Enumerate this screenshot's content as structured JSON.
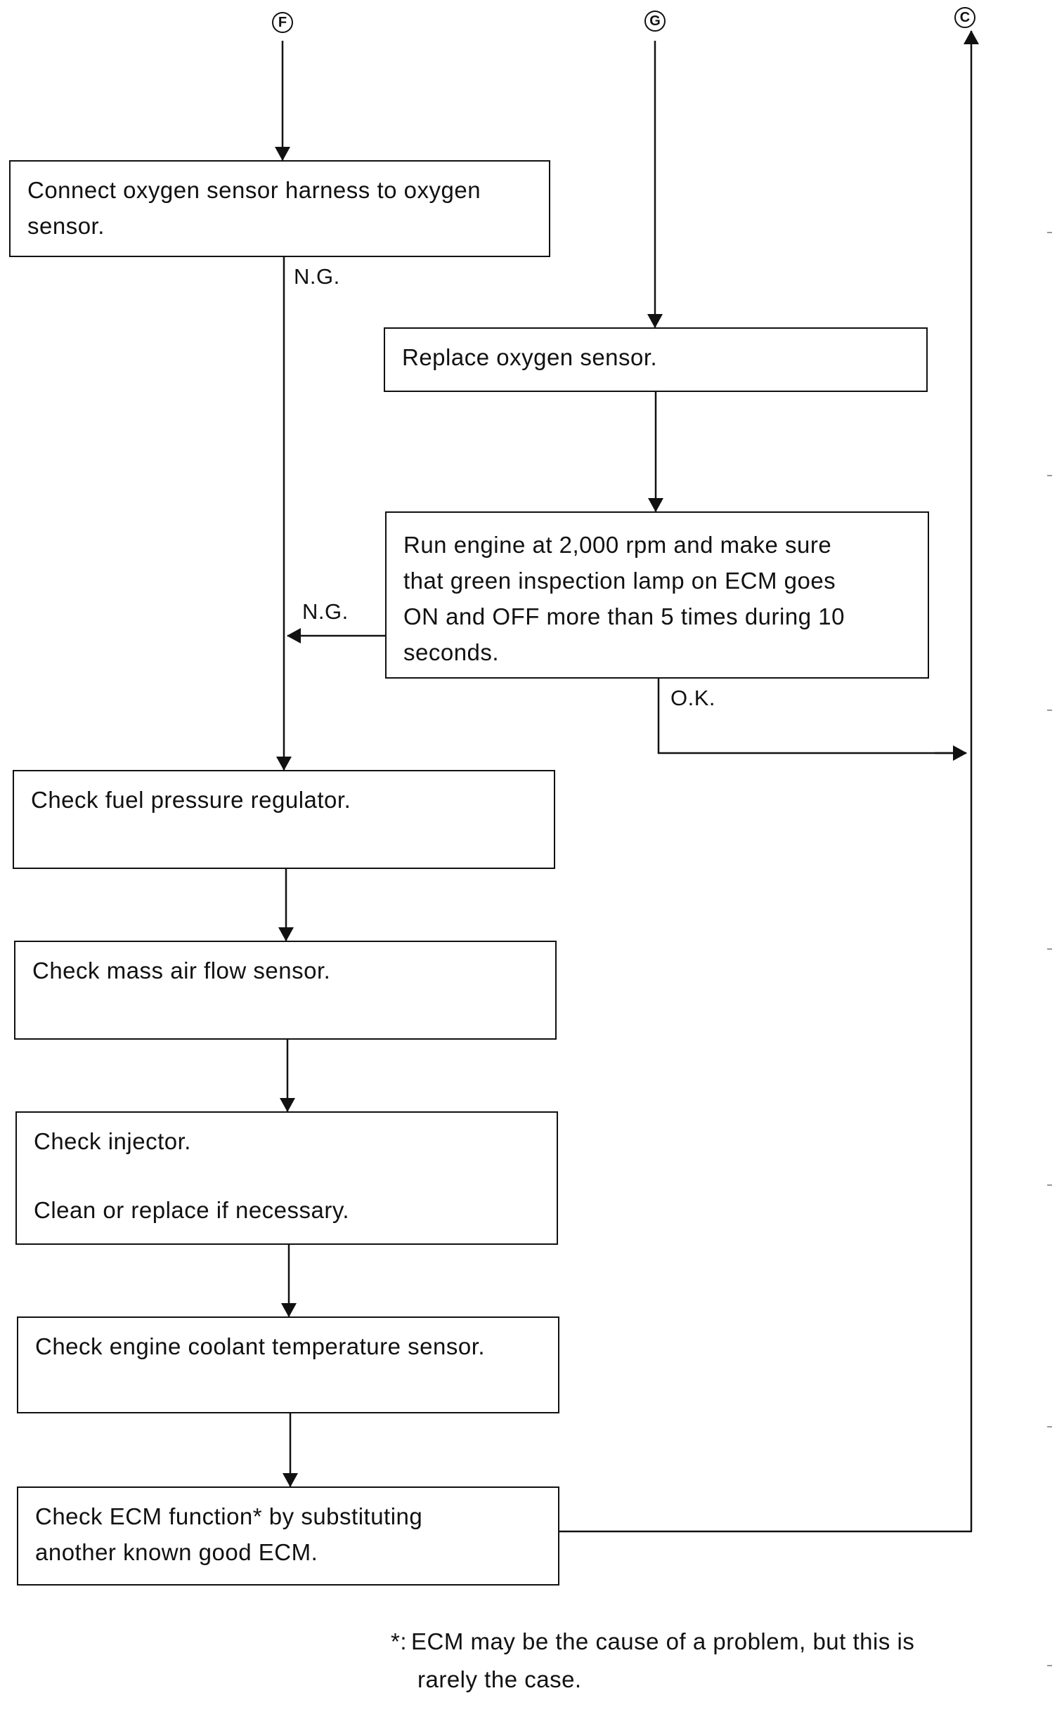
{
  "connectors": {
    "f": "F",
    "g": "G",
    "c": "C"
  },
  "boxes": {
    "connect_harness": [
      "Connect oxygen sensor harness to oxygen",
      "sensor."
    ],
    "replace_sensor": "Replace oxygen sensor.",
    "run_engine": [
      "Run engine at 2,000 rpm and make sure",
      "that green inspection lamp on ECM goes",
      "ON and OFF more than 5 times during 10",
      "seconds."
    ],
    "fuel_regulator": "Check fuel pressure regulator.",
    "mass_air_flow": "Check mass air flow sensor.",
    "injector": {
      "line1": "Check injector.",
      "line2": "Clean or replace if necessary."
    },
    "coolant_temp": "Check engine coolant temperature sensor.",
    "ecm_function": [
      "Check ECM function* by substituting",
      "another known good ECM."
    ]
  },
  "labels": {
    "ng_1": "N.G.",
    "ng_2": "N.G.",
    "ok": "O.K."
  },
  "footnote": {
    "mark": "*:",
    "line1": "ECM may be the cause of a problem, but this is",
    "line2": "rarely the case."
  }
}
